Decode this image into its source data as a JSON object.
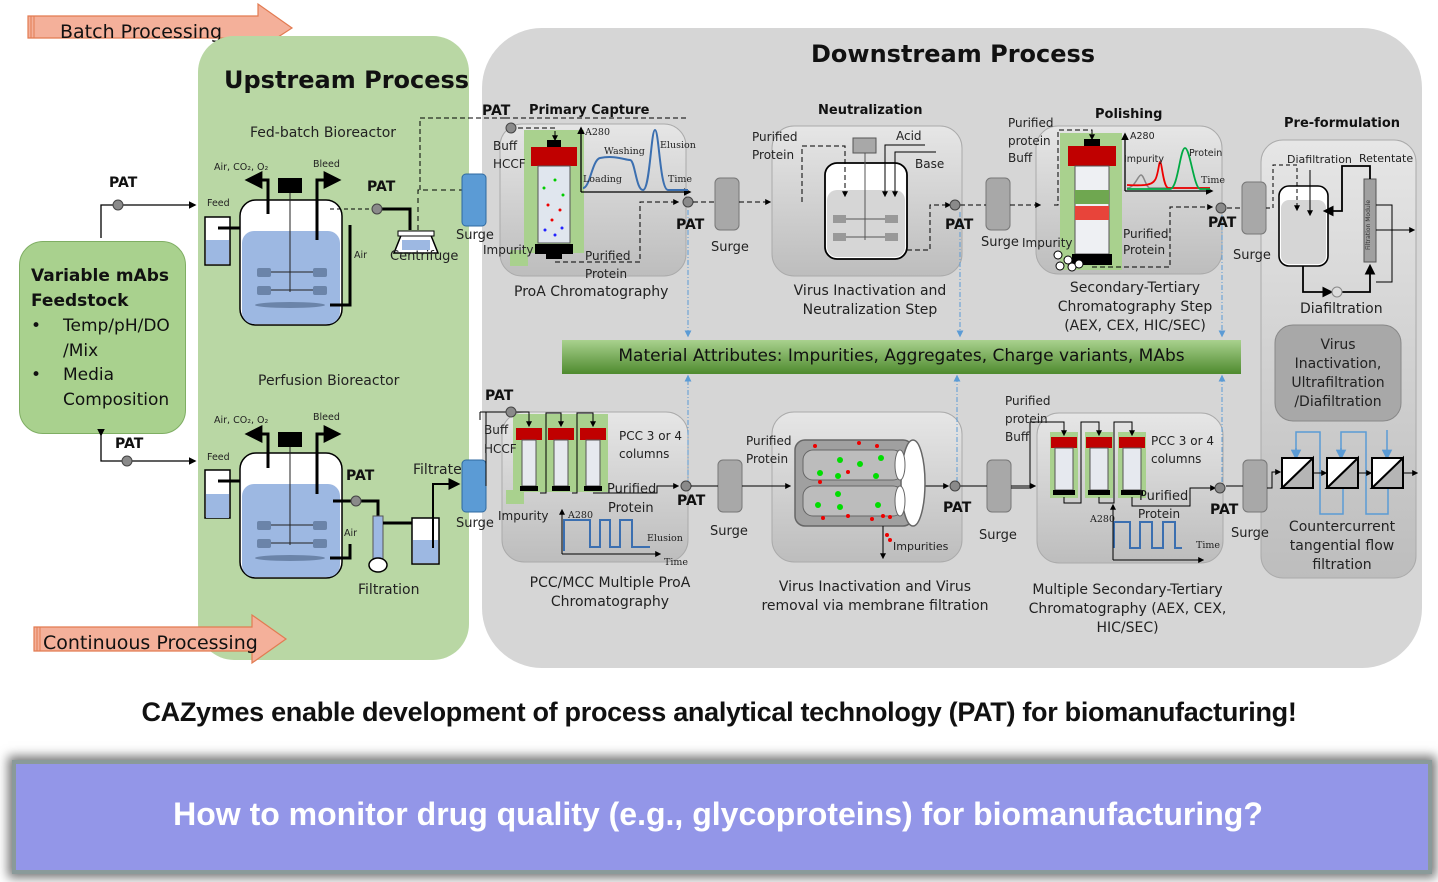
{
  "banners": {
    "batch": "Batch Processing",
    "continuous": "Continuous  Processing"
  },
  "feedstock": {
    "title_line1": "Variable mAbs",
    "title_line2": "Feedstock",
    "bullets": [
      "Temp/pH/DO /Mix",
      "Media Composition"
    ],
    "bullet_lines": [
      "Temp/pH/DO",
      "/Mix",
      "Media",
      "Composition"
    ]
  },
  "upstream": {
    "title": "Upstream Process",
    "fed_batch": {
      "title": "Fed-batch Bioreactor",
      "gas_label": "Air, CO₂, O₂",
      "bleed": "Bleed",
      "feed": "Feed",
      "air": "Air",
      "pat": "PAT",
      "centrifuge": "Centrifuge"
    },
    "perfusion": {
      "title": "Perfusion Bioreactor",
      "gas_label": "Air, CO₂, O₂",
      "bleed": "Bleed",
      "feed": "Feed",
      "air": "Air",
      "pat": "PAT",
      "filtration": "Filtration",
      "filtrate": "Filtrate"
    },
    "pat_top": "PAT",
    "pat_bottom": "PAT"
  },
  "downstream": {
    "title": "Downstream Process",
    "surge": "Surge",
    "pat": "PAT",
    "batch": {
      "primary_capture": {
        "heading": "Primary Capture",
        "buff": "Buff",
        "hccf": "HCCF",
        "impurity": "Impurity",
        "purified": "Purified",
        "protein": "Protein",
        "a280": "A280",
        "washing": "Washing",
        "elusion": "Elusion",
        "loading": "Loading",
        "time": "Time",
        "caption": "ProA Chromatography"
      },
      "neutralization": {
        "heading": "Neutralization",
        "purified": "Purified",
        "protein": "Protein",
        "acid": "Acid",
        "base": "Base",
        "caption_line1": "Virus Inactivation and",
        "caption_line2": "Neutralization Step"
      },
      "polishing": {
        "heading": "Polishing",
        "purified": "Purified",
        "protein_l": "protein",
        "buff": "Buff",
        "a280": "A280",
        "impurity_peak": "Impurity",
        "protein_peak": "Protein",
        "time": "Time",
        "impurity": "Impurity",
        "purified_out": "Purified",
        "protein_out": "Protein",
        "caption_line1": "Secondary-Tertiary",
        "caption_line2": "Chromatography Step",
        "caption_line3": "(AEX, CEX, HIC/SEC)"
      },
      "preformulation": {
        "heading": "Pre-formulation",
        "diafiltration_top": "Diafiltration",
        "retentate": "Retentate",
        "module": "Filtration Module",
        "diafiltration_bottom": "Diafiltration"
      }
    },
    "material_attributes": "Material Attributes: Impurities, Aggregates, Charge variants, MAbs",
    "continuous": {
      "pcc": {
        "buff": "Buff",
        "hccf": "HCCF",
        "columns_line1": "PCC 3 or 4",
        "columns_line2": "columns",
        "purified": "Purified",
        "protein": "Protein",
        "impurity": "Impurity",
        "a280": "A280",
        "elusion": "Elusion",
        "time": "Time",
        "caption_line1": "PCC/MCC Multiple ProA",
        "caption_line2": "Chromatography"
      },
      "membrane": {
        "purified": "Purified",
        "protein": "Protein",
        "impurities": "Impurities",
        "caption_line1": "Virus Inactivation and Virus",
        "caption_line2": "removal via membrane filtration"
      },
      "multi_polish": {
        "purified": "Purified",
        "protein_l": "protein",
        "buff": "Buff",
        "columns_line1": "PCC 3 or 4",
        "columns_line2": "columns",
        "purified_out": "Purified",
        "protein_out": "Protein",
        "a280": "A280",
        "time": "Time",
        "caption_line1": "Multiple Secondary-Tertiary",
        "caption_line2": "Chromatography (AEX, CEX, HIC/SEC)"
      },
      "tff": {
        "box_line1": "Virus",
        "box_line2": "Inactivation,",
        "box_line3": "Ultrafiltration",
        "box_line4": "/Diafiltration",
        "caption_line1": "Countercurrent",
        "caption_line2": "tangential flow",
        "caption_line3": "filtration"
      }
    }
  },
  "headline": "CAZymes enable development of process analytical technology (PAT) for biomanufacturing!",
  "question": "How to monitor drug quality (e.g., glycoproteins) for biomanufacturing?",
  "colors": {
    "upstream_bg": "#b9d7a4",
    "downstream_bg": "#d6d6d6",
    "banner": "#f4b09a",
    "question_bg": "#9396e8",
    "column_red": "#c00000",
    "material_green": "#70ad47",
    "surge_blue": "#5b9bd5"
  }
}
